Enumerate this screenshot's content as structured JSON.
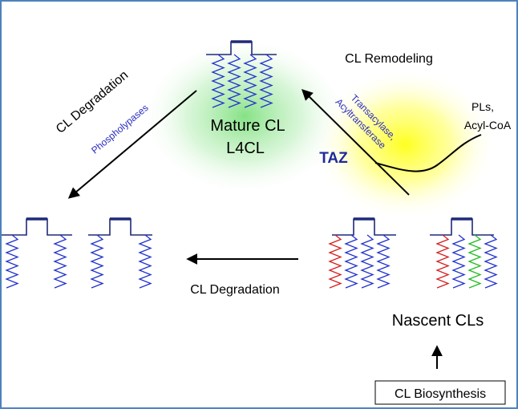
{
  "labels": {
    "mature_cl": "Mature CL",
    "l4cl": "L4CL",
    "cl_remodeling": "CL Remodeling",
    "cl_degradation_top": "CL Degradation",
    "phospholypases": "Phospholypases",
    "transacylase": "Transacylase,",
    "acyltransferase": "Acyltransferase",
    "taz": "TAZ",
    "pls": "PLs,",
    "acyl_coa": "Acyl-CoA",
    "cl_degradation_bottom": "CL Degradation",
    "nascent_cls": "Nascent CLs",
    "cl_biosynthesis": "CL Biosynthesis"
  },
  "colors": {
    "frame": "#4f81bd",
    "backbone": "#1f2a7a",
    "chain_blue": "#2233cc",
    "chain_red": "#d42020",
    "chain_green": "#22bb22",
    "enzyme_text": "#2b2bc0",
    "taz_text": "#1f2a9a",
    "green_glow": "#7fe07f",
    "yellow_glow": "#ffff30"
  }
}
